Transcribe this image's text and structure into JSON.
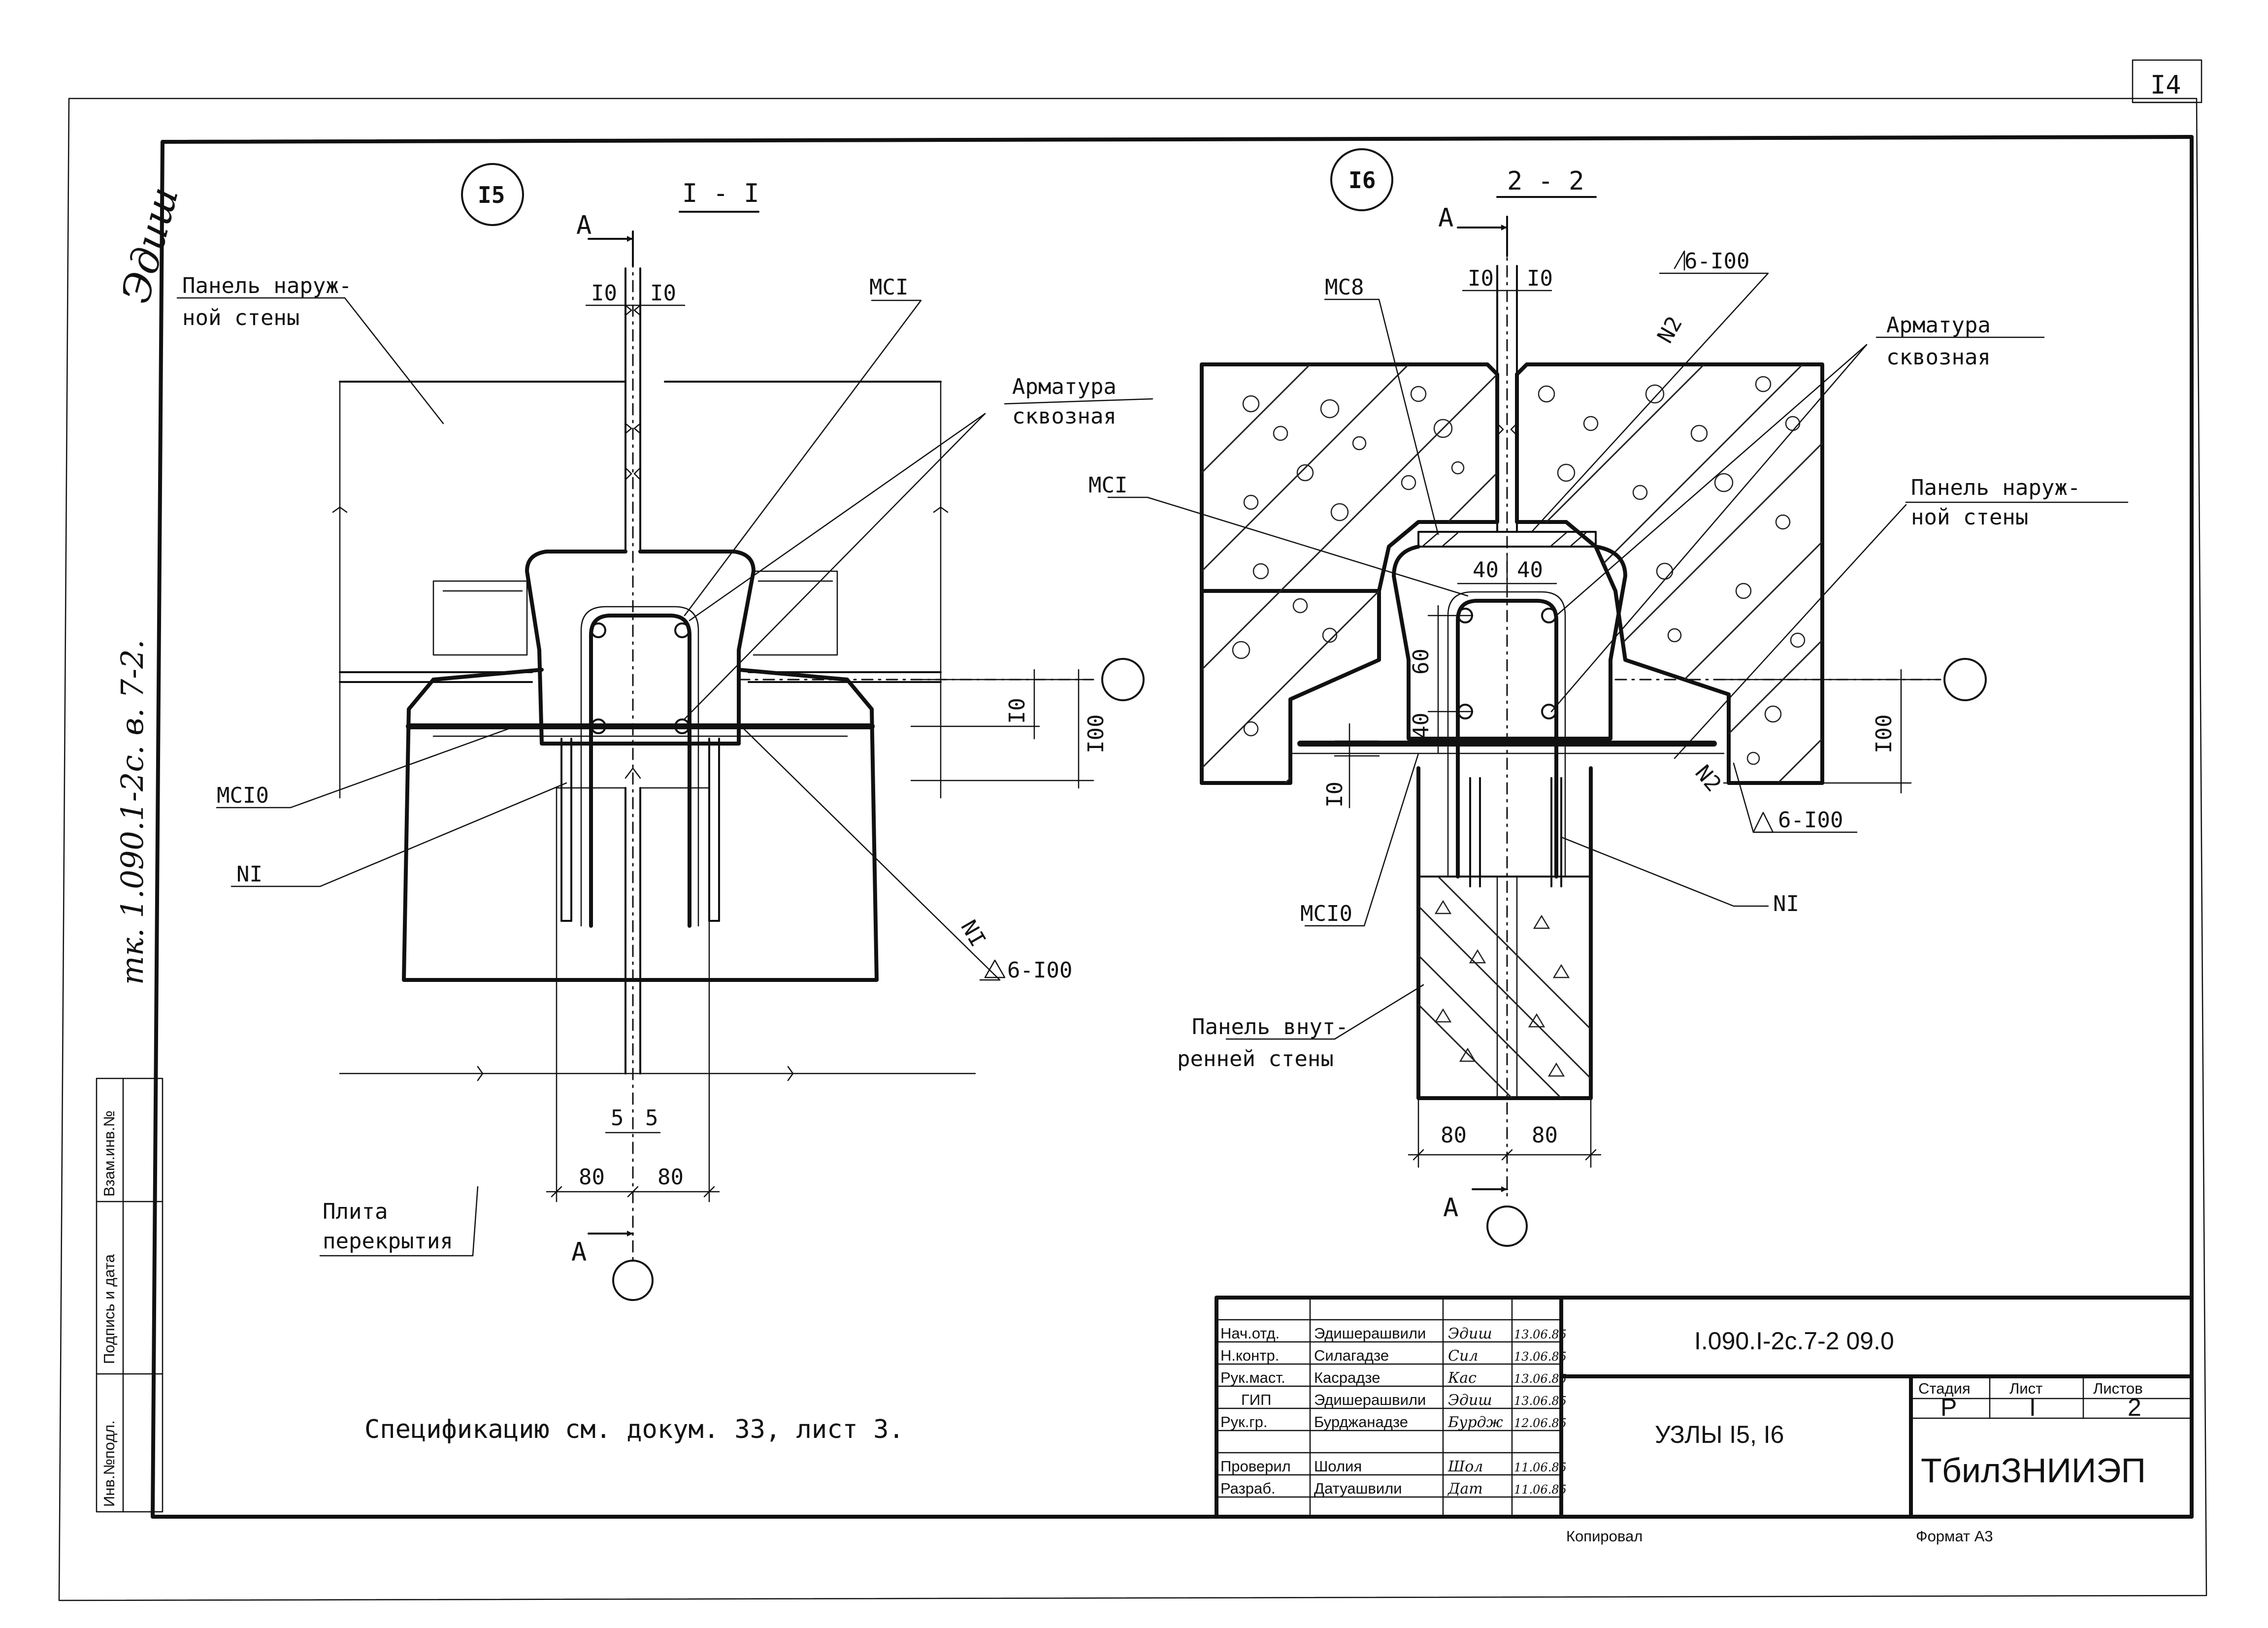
{
  "sheet": {
    "sheet_number": "I4",
    "format": "Формат А3",
    "copied": "Копировал",
    "spec_note": "Спецификацию см. докум. 33, лист 3.",
    "margin_handwritten": "тк. 1.090.1-2с. в. 7-2.",
    "margin_signature": "Эдиш"
  },
  "left_side_stamp": [
    "Инв.№подл.",
    "Подпись и дата",
    "Взам.инв.№"
  ],
  "node15": {
    "node_label": "I5",
    "section_label": "I - I",
    "cut_mark": "А",
    "dim_top_left": "I0",
    "dim_top_right": "I0",
    "dim_gap_left": "5",
    "dim_gap_right": "5",
    "dim_bottom_left": "80",
    "dim_bottom_right": "80",
    "dim_side_small": "I0",
    "dim_side_big": "I00",
    "label_outer_panel_1": "Панель наруж-",
    "label_outer_panel_2": "ной стены",
    "label_mc1": "МСI",
    "label_rebar_1": "Арматура",
    "label_rebar_2": "сквозная",
    "label_mc10": "МСI0",
    "label_n1": "NI",
    "label_weld": "NI",
    "label_weld_symbol": "6-I00",
    "label_slab_1": "Плита",
    "label_slab_2": "перекрытия"
  },
  "node16": {
    "node_label": "I6",
    "section_label": "2 - 2",
    "cut_mark": "А",
    "dim_top_left": "I0",
    "dim_top_right": "I0",
    "dim_40_left": "40",
    "dim_40_right": "40",
    "dim_60": "60",
    "dim_40_vert": "40",
    "dim_side_small": "I0",
    "dim_side_big": "I00",
    "dim_bottom_left": "80",
    "dim_bottom_right": "80",
    "label_mc8": "МС8",
    "label_n2_top": "N2",
    "label_weld_top": "6-I00",
    "label_rebar_1": "Арматура",
    "label_rebar_2": "сквозная",
    "label_mc1": "МСI",
    "label_outer_panel_1": "Панель наруж-",
    "label_outer_panel_2": "ной стены",
    "label_n2_bottom": "N2",
    "label_weld_bottom": "6-I00",
    "label_mc10": "МСI0",
    "label_n1": "NI",
    "label_inner_panel_1": "Панель внут-",
    "label_inner_panel_2": "ренней стены"
  },
  "title_block": {
    "rows": [
      {
        "role": "Нач.отд.",
        "name": "Эдишерашвили",
        "sign": "Эдиш",
        "date": "13.06.85"
      },
      {
        "role": "Н.контр.",
        "name": "Силагадзе",
        "sign": "Сил",
        "date": "13.06.85"
      },
      {
        "role": "Рук.маст.",
        "name": "Касрадзе",
        "sign": "Кас",
        "date": "13.06.85"
      },
      {
        "role": "ГИП",
        "name": "Эдишерашвили",
        "sign": "Эдиш",
        "date": "13.06.85"
      },
      {
        "role": "Рук.гр.",
        "name": "Бурджанадзе",
        "sign": "Бурдж",
        "date": "12.06.85"
      },
      {
        "role": "Проверил",
        "name": "Шолия",
        "sign": "Шол",
        "date": "11.06.85"
      },
      {
        "role": "Разраб.",
        "name": "Датуашвили",
        "sign": "Дат",
        "date": "11.06.85"
      }
    ],
    "doc_code": "I.090.I-2с.7-2 09.0",
    "title": "УЗЛЫ I5, I6",
    "stage_header": "Стадия",
    "sheet_header": "Лист",
    "sheets_header": "Листов",
    "stage": "Р",
    "sheet": "I",
    "sheets": "2",
    "org": "ТбилЗНИИЭП"
  },
  "colors": {
    "ink": "#111111",
    "paper": "#ffffff"
  }
}
